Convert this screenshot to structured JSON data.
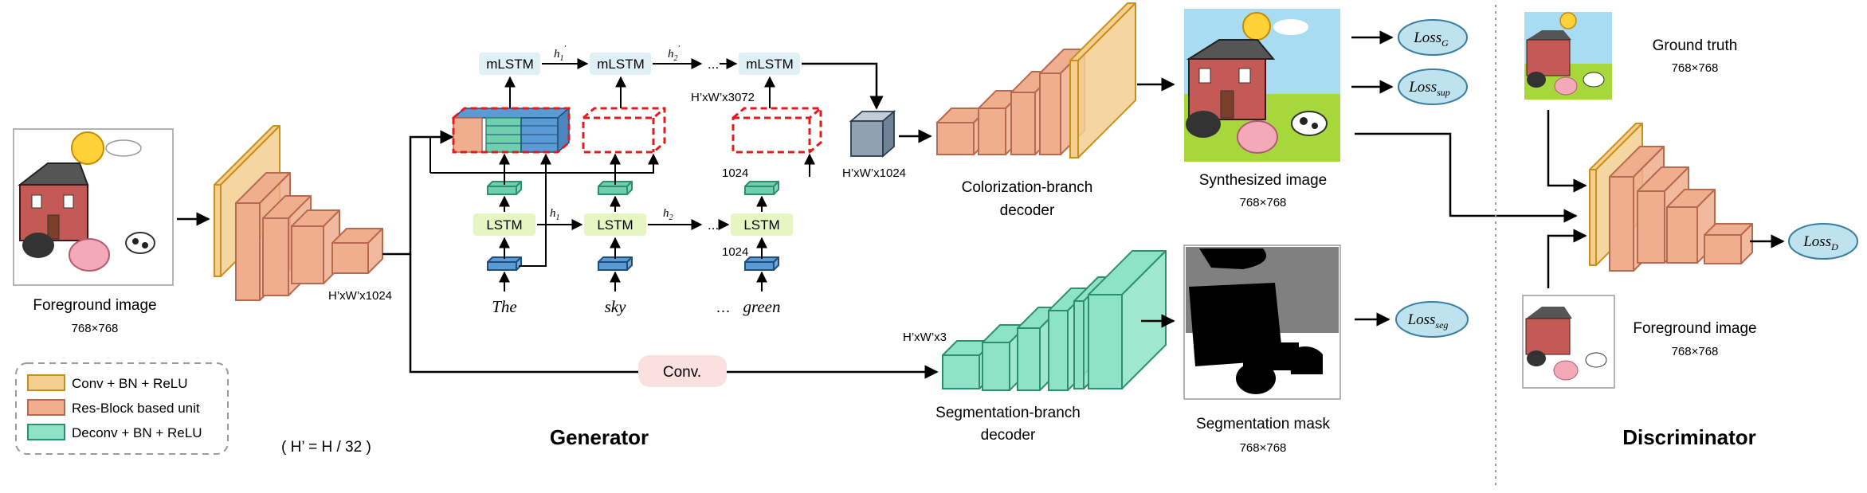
{
  "colors": {
    "conv": "#f4cf8f",
    "conv_edge": "#c8901a",
    "res": "#efae8e",
    "res_edge": "#b76a50",
    "deconv": "#8ee3c6",
    "deconv_edge": "#2e8f70",
    "lstm": "#e6f5c2",
    "mlstm": "#dff0f7",
    "loss": "#bfe3ee",
    "loss_edge": "#3a7ea0",
    "conv_label_box": "#fbe0e0",
    "red_dash": "#e41b1b",
    "feature_blue": "#5b9bd5",
    "feature_green": "#6fd0b0"
  },
  "foreground": {
    "title": "Foreground image",
    "size": "768×768"
  },
  "encoder_output": "H’xW’x1024",
  "legend": {
    "conv": "Conv + BN + ReLU",
    "res": "Res-Block based unit",
    "deconv": "Deconv + BN + ReLU"
  },
  "formula": "( H’ = H / 32 )",
  "generator_label": "Generator",
  "discriminator_label": "Discriminator",
  "mlstm_label": "mLSTM",
  "lstm_label": "LSTM",
  "h_mlstm": [
    "h",
    "1",
    "′"
  ],
  "h_mlstm2": [
    "h",
    "2",
    "′"
  ],
  "h1": [
    "h",
    "1"
  ],
  "h2": [
    "h",
    "2"
  ],
  "ellipsis": "...",
  "ellipsis2": "…",
  "dim_3072": "H’xW’x3072",
  "dim_1024_a": "1024",
  "dim_1024_b": "1024",
  "words": [
    "The",
    "sky",
    "green"
  ],
  "cube_dim": "H’xW’x1024",
  "colorization": {
    "line1": "Colorization-branch",
    "line2": "decoder"
  },
  "segmentation": {
    "line1": "Segmentation-branch",
    "line2": "decoder"
  },
  "seg_dim": "H’xW’x3",
  "conv_label": "Conv.",
  "synth": {
    "title": "Synthesized image",
    "size": "768×768"
  },
  "segmask": {
    "title": "Segmentation mask",
    "size": "768×768"
  },
  "losses": {
    "g": [
      "Loss",
      "G"
    ],
    "sup": [
      "Loss",
      "sup"
    ],
    "seg": [
      "Loss",
      "seg"
    ],
    "d": [
      "Loss",
      "D"
    ]
  },
  "ground_truth": {
    "title": "Ground truth",
    "size": "768×768"
  },
  "disc_foreground": {
    "title": "Foreground image",
    "size": "768×768"
  }
}
